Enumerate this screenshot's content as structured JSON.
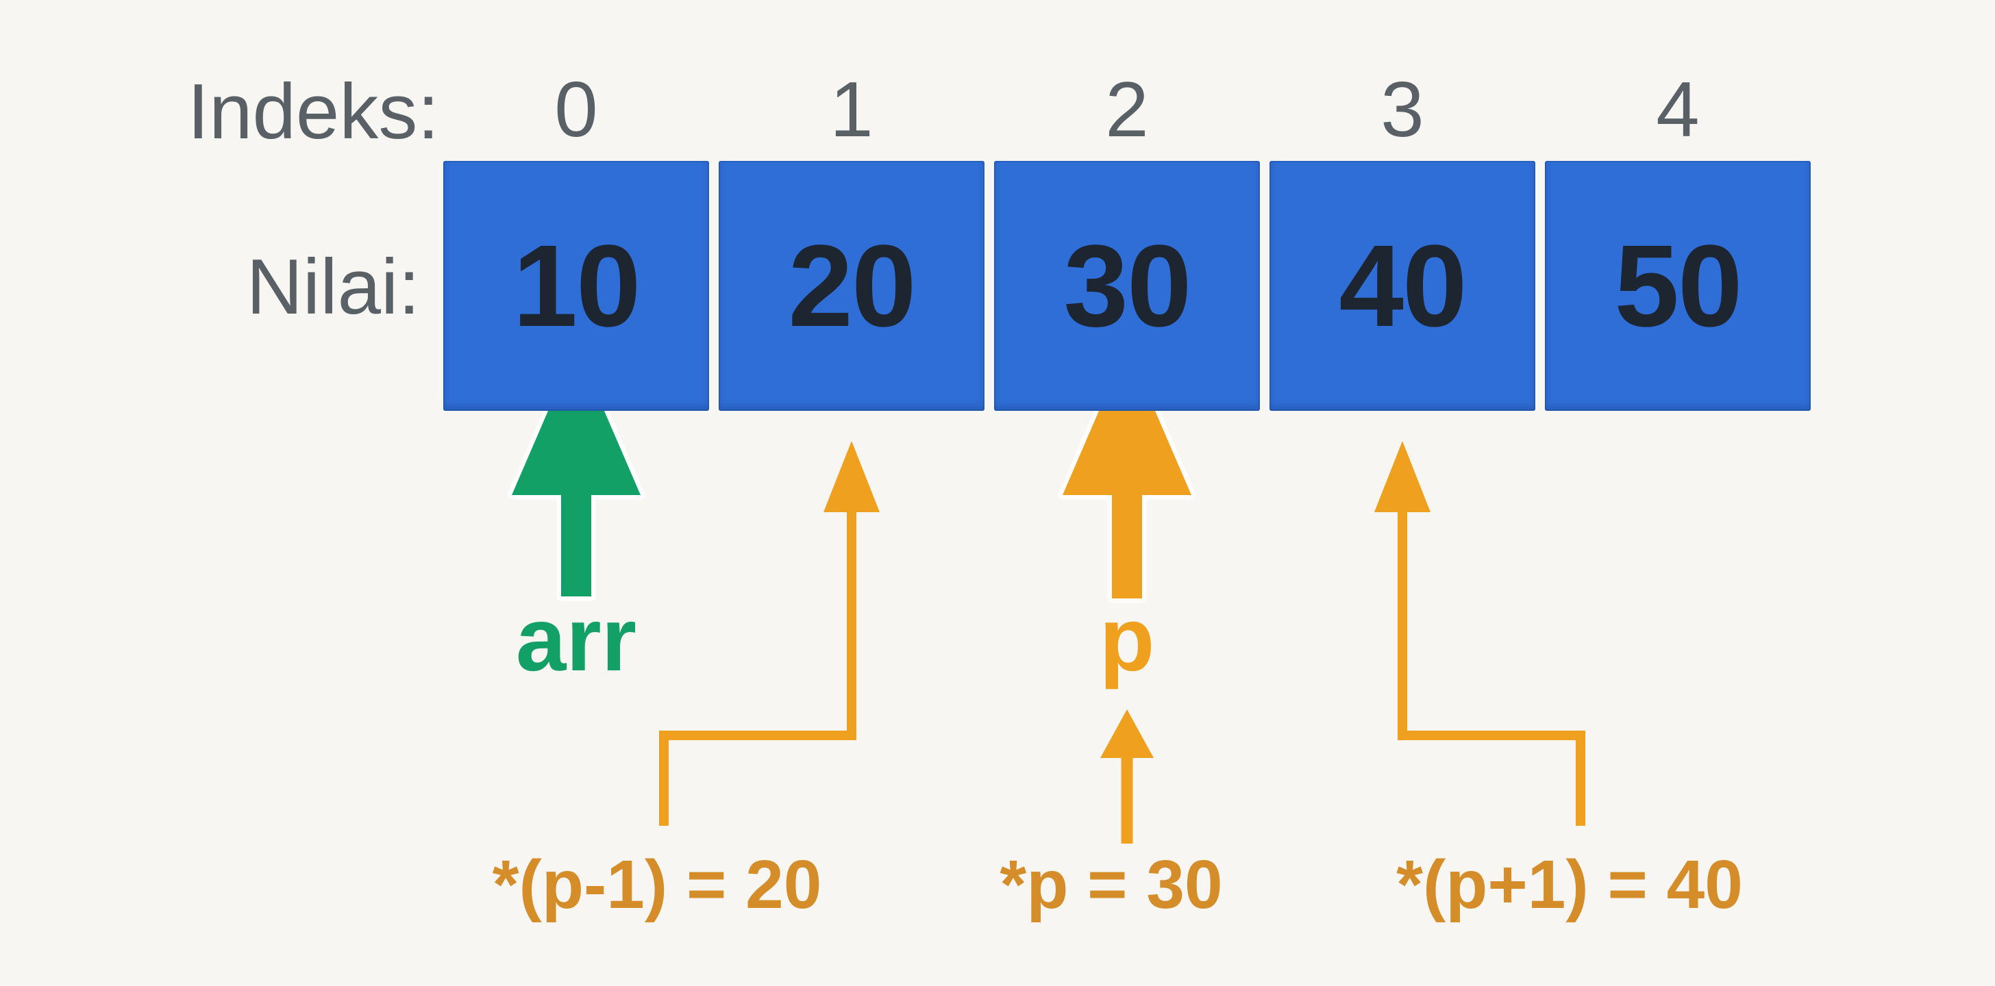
{
  "diagram": {
    "index_row_label": "Indeks:",
    "value_row_label": "Nilai:",
    "cells": [
      {
        "index": "0",
        "value": "10"
      },
      {
        "index": "1",
        "value": "20"
      },
      {
        "index": "2",
        "value": "30"
      },
      {
        "index": "3",
        "value": "40"
      },
      {
        "index": "4",
        "value": "50"
      }
    ],
    "pointers": [
      {
        "label": "arr",
        "points_to_index": "0",
        "color": "#12a066"
      },
      {
        "label": "p",
        "points_to_index": "2",
        "color": "#f0a01f"
      }
    ],
    "annotations": [
      {
        "text": "*(p-1) = 20",
        "refers_to_index": "1"
      },
      {
        "text": "*p = 30",
        "refers_to_index": "2"
      },
      {
        "text": "*(p+1) = 40",
        "refers_to_index": "3"
      }
    ],
    "colors": {
      "background": "#f7f6f2",
      "cell_fill": "#2f6ed6",
      "cell_value_text": "#1d2531",
      "row_label_text": "#596066",
      "pointer_green": "#12a066",
      "pointer_orange": "#f0a01f",
      "annotation_orange": "#d48d28",
      "arrow_outline": "#ffffff"
    }
  }
}
